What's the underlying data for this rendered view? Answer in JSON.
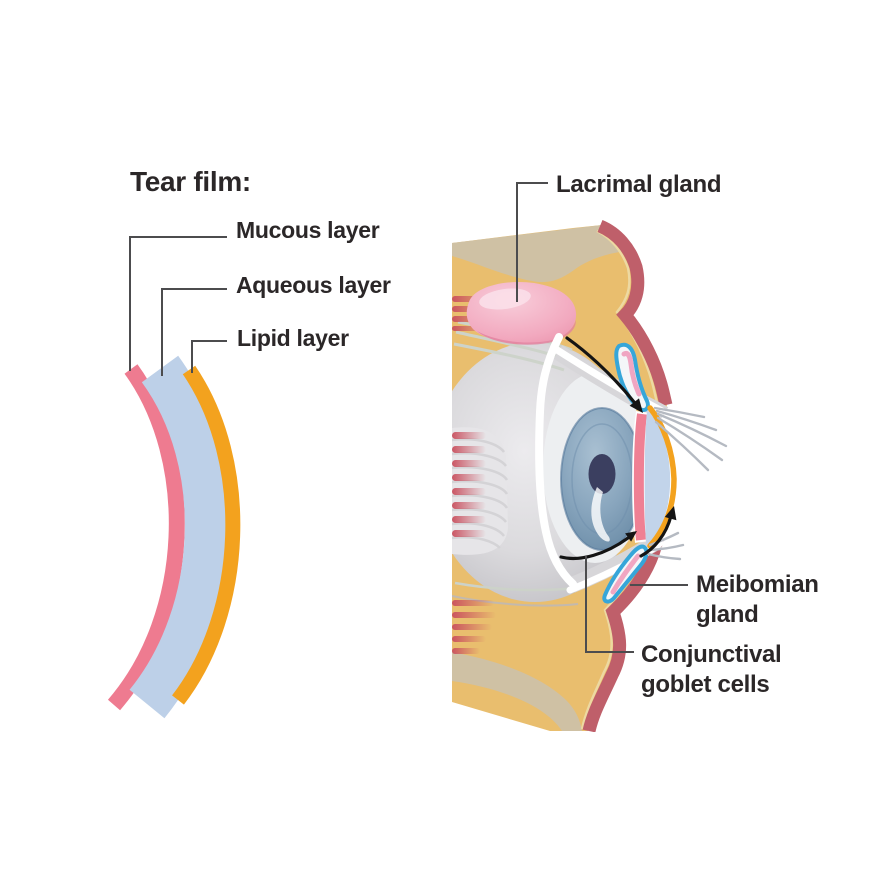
{
  "title": "Tear film:",
  "layers": [
    {
      "label": "Mucous layer",
      "color": "#ee7b90"
    },
    {
      "label": "Aqueous layer",
      "color": "#bdd0e8"
    },
    {
      "label": "Lipid layer",
      "color": "#f3a21e"
    }
  ],
  "anatomy_labels": {
    "lacrimal_gland": "Lacrimal gland",
    "meibomian_gland": [
      "Meibomian",
      "gland"
    ],
    "conjunctival_goblet_cells": [
      "Conjunctival",
      "goblet cells"
    ]
  },
  "palette": {
    "mucous_pink": "#ee7b90",
    "aqueous_blue": "#bdd0e8",
    "lipid_orange": "#f3a21e",
    "skin_gold": "#e9be6e",
    "skin_tan": "#cfc1a4",
    "skin_maroon": "#bf5f6a",
    "skin_cream_line": "#edd9a2",
    "eyeball_gray": "#d9d8db",
    "muscle_red": "#c94f5e",
    "iris_blue": "#7f9db6",
    "pupil_navy": "#3b3f60",
    "lacrimal_pink": "#f2a9bf",
    "meibomian_blue": "#36a6d9",
    "meibomian_pink": "#f0a6c2",
    "eyelash_gray": "#b5bac2",
    "arrow_black": "#141414",
    "leader_line": "#4c4c4e",
    "text": "#2b2728"
  }
}
